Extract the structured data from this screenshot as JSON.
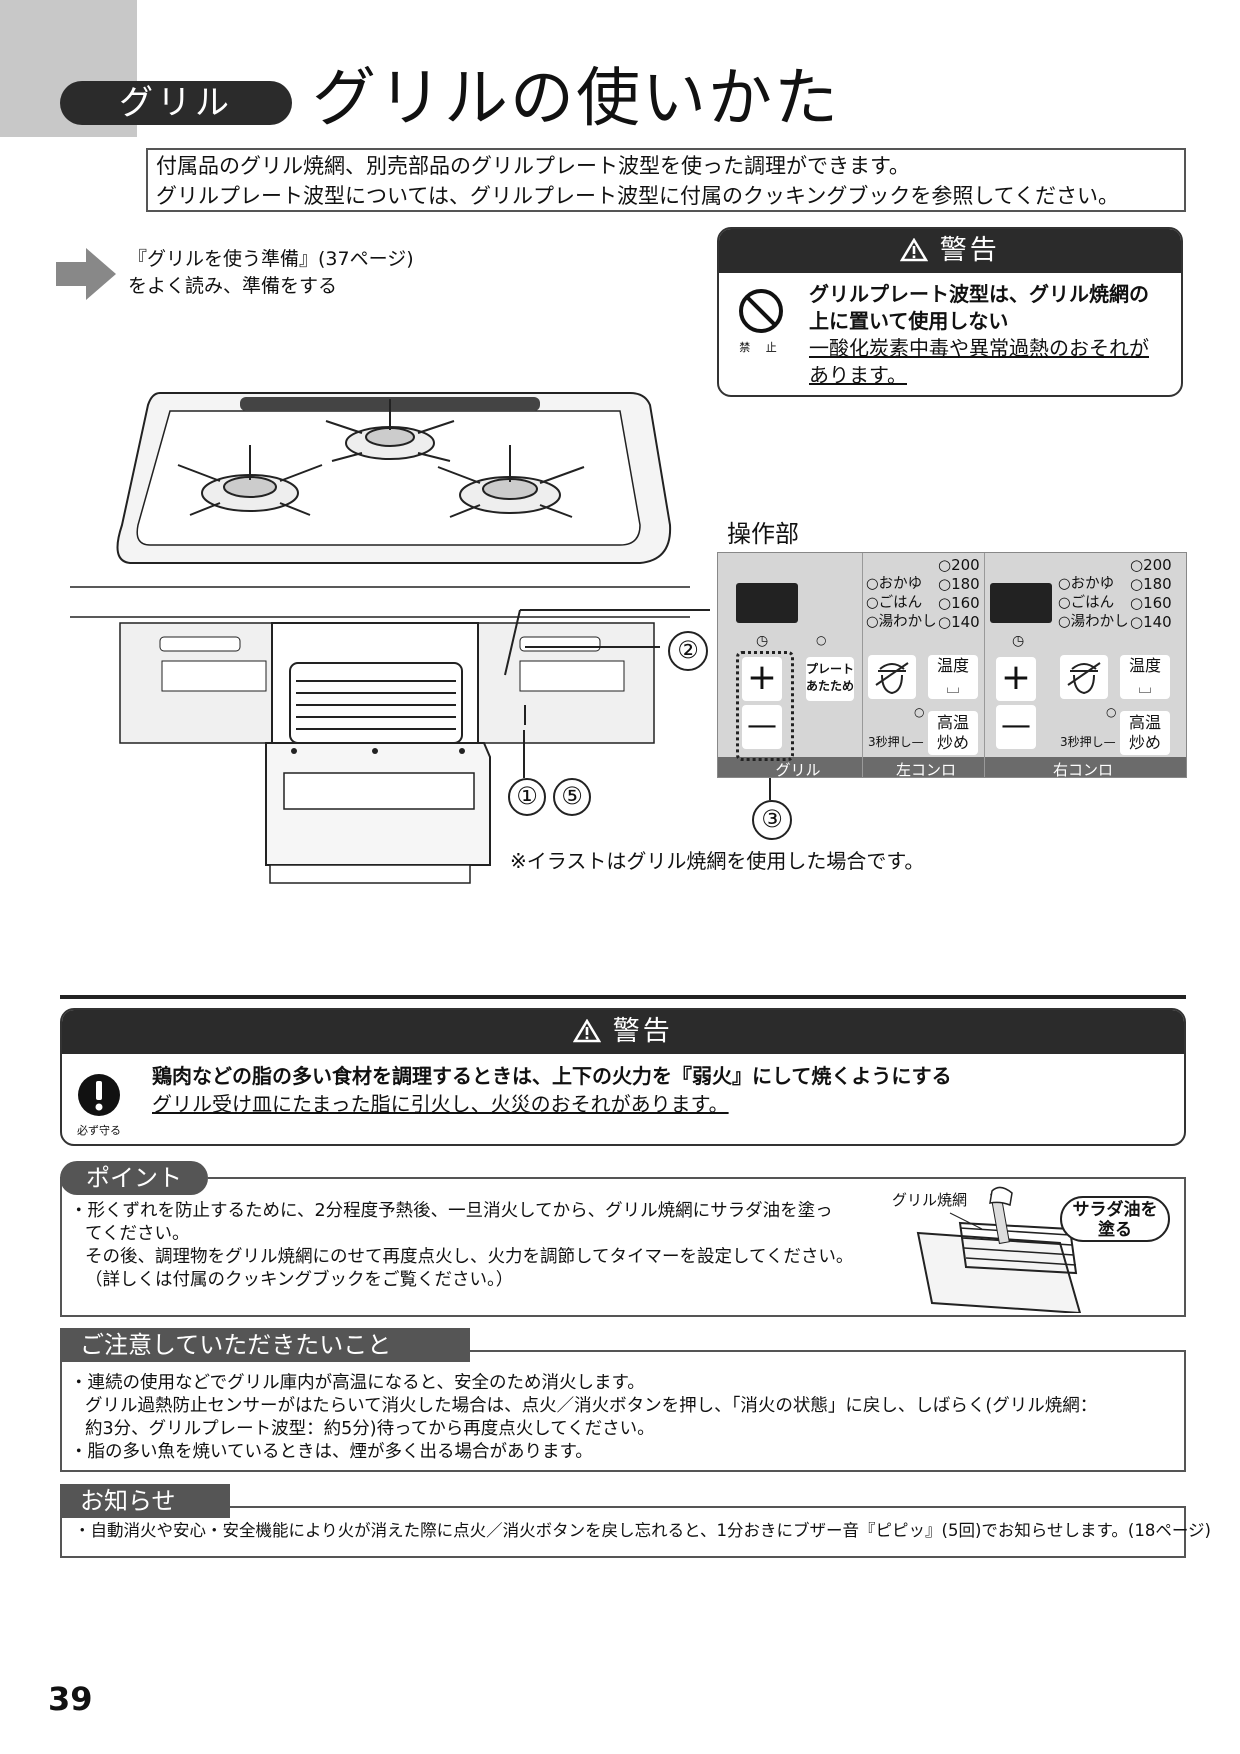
{
  "header": {
    "section_label": "グリル",
    "title": "グリルの使いかた"
  },
  "intro": {
    "line1": "付属品のグリル焼網、別売部品のグリルプレート波型を使った調理ができます。",
    "line2": "グリルプレート波型については、グリルプレート波型に付属のクッキングブックを参照してください。"
  },
  "prep": {
    "line1": "『グリルを使う準備』(37ページ)",
    "line2": "をよく読み、準備をする"
  },
  "warning_top": {
    "heading": "警告",
    "icon_label": "禁 止",
    "bold_line1": "グリルプレート波型は、グリル焼網の",
    "bold_line2": "上に置いて使用しない",
    "note_line1": "一酸化炭素中毒や異常過熱のおそれが",
    "note_line2": "あります。"
  },
  "diagram": {
    "control_title": "操作部",
    "callouts": [
      "①",
      "⑤",
      "②",
      "③"
    ],
    "panel": {
      "timer_icon": "clock-icon",
      "plate_label_1": "プレート",
      "plate_label_2": "あたため",
      "temp_label": "温度",
      "high_label_1": "高温",
      "high_label_2": "炒め",
      "press_label": "3秒押し",
      "modes": [
        "○おかゆ",
        "○ごはん",
        "○湯わかし"
      ],
      "temps": [
        "○200",
        "○180",
        "○160",
        "○140"
      ],
      "sections": [
        "グリル",
        "左コンロ",
        "右コンロ"
      ]
    },
    "caption": "※イラストはグリル焼網を使用した場合です。"
  },
  "warning_mid": {
    "heading": "警告",
    "icon_label": "必ず守る",
    "bold_line": "鶏肉などの脂の多い食材を調理するときは、上下の火力を『弱火』にして焼くようにする",
    "note_line": "グリル受け皿にたまった脂に引火し、火災のおそれがあります。"
  },
  "point": {
    "tab": "ポイント",
    "line1": "・形くずれを防止するために、2分程度予熱後、一旦消火してから、グリル焼網にサラダ油を塗っ",
    "line2": "てください。",
    "line3": "その後、調理物をグリル焼網にのせて再度点火し、火力を調節してタイマーを設定してください。",
    "line4": "（詳しくは付属のクッキングブックをご覧ください。）",
    "ill_label": "グリル焼網",
    "bubble_1": "サラダ油を",
    "bubble_2": "塗る"
  },
  "caution": {
    "tab": "ご注意していただきたいこと",
    "line1": "・連続の使用などでグリル庫内が高温になると、安全のため消火します。",
    "line2": "グリル過熱防止センサーがはたらいて消火した場合は、点火／消火ボタンを押し、「消火の状態」に戻し、しばらく(グリル焼網：",
    "line3": "約3分、グリルプレート波型：約5分)待ってから再度点火してください。",
    "line4": "・脂の多い魚を焼いているときは、煙が多く出る場合があります。"
  },
  "notice": {
    "tab": "お知らせ",
    "line1": "・自動消火や安心・安全機能により火が消えた際に点火／消火ボタンを戻し忘れると、1分おきにブザー音『ピピッ』(5回)でお知らせします。(18ページ)"
  },
  "page_number": "39"
}
